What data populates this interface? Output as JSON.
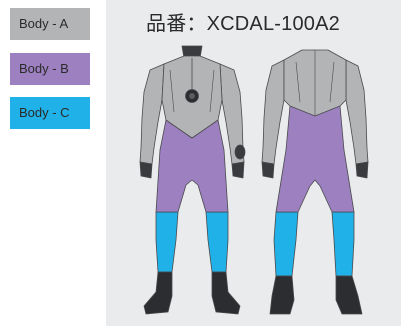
{
  "legend": {
    "items": [
      {
        "label": "Body - A",
        "color": "#b3b4b6"
      },
      {
        "label": "Body - B",
        "color": "#9d80c0"
      },
      {
        "label": "Body - C",
        "color": "#1fb1e8"
      }
    ]
  },
  "product": {
    "title": "品番：XCDAL-100A2"
  },
  "colors": {
    "panel_background": "#eaebed",
    "seal_dark": "#3a3b3e",
    "boot": "#2c2d30",
    "outline": "#4a4a4d"
  }
}
